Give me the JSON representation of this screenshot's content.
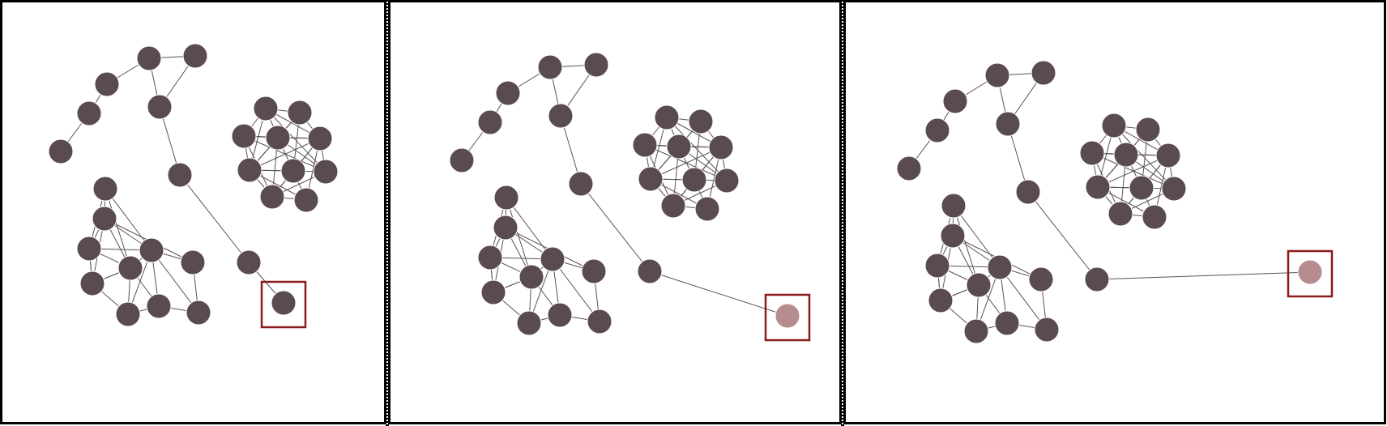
{
  "colors": {
    "node": "#5a4a52",
    "moved_node": "#b78c8e",
    "edge": "#5a5057",
    "highlight": "#8b1a1a",
    "frame": "#000000"
  },
  "graph": {
    "nodes": [
      "chain-1",
      "chain-2",
      "chain-3",
      "chain-4",
      "chain-5",
      "chain-6",
      "chain-7",
      "chain-8",
      "chain-9",
      "target",
      "a1",
      "a2",
      "a3",
      "a4",
      "a5",
      "a6",
      "a7",
      "a8",
      "a9",
      "a10",
      "a11",
      "b1",
      "b2",
      "b3",
      "b4",
      "b5",
      "b6",
      "b7",
      "b8",
      "b9",
      "b10"
    ],
    "edges": [
      [
        "chain-1",
        "chain-2"
      ],
      [
        "chain-2",
        "chain-3"
      ],
      [
        "chain-3",
        "chain-4"
      ],
      [
        "chain-4",
        "chain-5"
      ],
      [
        "chain-4",
        "chain-6"
      ],
      [
        "chain-5",
        "chain-6"
      ],
      [
        "chain-6",
        "chain-7"
      ],
      [
        "chain-7",
        "chain-8"
      ],
      [
        "chain-8",
        "target"
      ],
      [
        "a1",
        "a2"
      ],
      [
        "a1",
        "a3"
      ],
      [
        "a1",
        "a5"
      ],
      [
        "a1",
        "a6"
      ],
      [
        "a2",
        "a3"
      ],
      [
        "a2",
        "a4"
      ],
      [
        "a2",
        "a5"
      ],
      [
        "a2",
        "a6"
      ],
      [
        "a2",
        "a7"
      ],
      [
        "a3",
        "a4"
      ],
      [
        "a3",
        "a5"
      ],
      [
        "a3",
        "a6"
      ],
      [
        "a3",
        "a8"
      ],
      [
        "a4",
        "a5"
      ],
      [
        "a4",
        "a8"
      ],
      [
        "a4",
        "a9"
      ],
      [
        "a5",
        "a6"
      ],
      [
        "a5",
        "a8"
      ],
      [
        "a5",
        "a9"
      ],
      [
        "a5",
        "a10"
      ],
      [
        "a6",
        "a7"
      ],
      [
        "a6",
        "a9"
      ],
      [
        "a6",
        "a10"
      ],
      [
        "a6",
        "a11"
      ],
      [
        "a7",
        "a11"
      ],
      [
        "a9",
        "a10"
      ],
      [
        "a10",
        "a11"
      ],
      [
        "b1",
        "b2"
      ],
      [
        "b1",
        "b3"
      ],
      [
        "b1",
        "b4"
      ],
      [
        "b1",
        "b5"
      ],
      [
        "b1",
        "b6"
      ],
      [
        "b2",
        "b4"
      ],
      [
        "b2",
        "b5"
      ],
      [
        "b2",
        "b6"
      ],
      [
        "b2",
        "b7"
      ],
      [
        "b3",
        "b4"
      ],
      [
        "b3",
        "b5"
      ],
      [
        "b3",
        "b6"
      ],
      [
        "b3",
        "b8"
      ],
      [
        "b4",
        "b5"
      ],
      [
        "b4",
        "b6"
      ],
      [
        "b4",
        "b7"
      ],
      [
        "b4",
        "b8"
      ],
      [
        "b4",
        "b9"
      ],
      [
        "b5",
        "b6"
      ],
      [
        "b5",
        "b7"
      ],
      [
        "b5",
        "b8"
      ],
      [
        "b5",
        "b9"
      ],
      [
        "b5",
        "b10"
      ],
      [
        "b6",
        "b7"
      ],
      [
        "b6",
        "b8"
      ],
      [
        "b6",
        "b9"
      ],
      [
        "b6",
        "b10"
      ],
      [
        "b7",
        "b9"
      ],
      [
        "b7",
        "b10"
      ],
      [
        "b8",
        "b9"
      ],
      [
        "b9",
        "b10"
      ],
      [
        "b3",
        "b9"
      ],
      [
        "b1",
        "b8"
      ]
    ],
    "moved_node": "target"
  },
  "panels": [
    {
      "name": "panel-1",
      "target_state": "original"
    },
    {
      "name": "panel-2",
      "target_state": "dragged-down-right"
    },
    {
      "name": "panel-3",
      "target_state": "dragged-right"
    }
  ]
}
